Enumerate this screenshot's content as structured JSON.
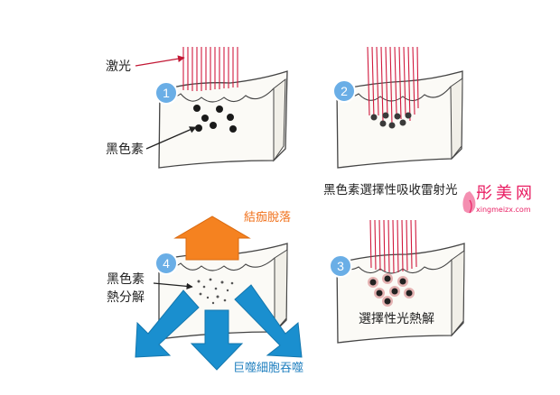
{
  "colors": {
    "laser": "#d11a3e",
    "badge": "#6aaee6",
    "orange_arrow": "#f58220",
    "blue_arrow": "#1a8fcf",
    "melanin": "#1a1a1a",
    "watermark": "#e91e63"
  },
  "panels": [
    {
      "number": "1"
    },
    {
      "number": "2"
    },
    {
      "number": "3"
    },
    {
      "number": "4"
    }
  ],
  "labels": {
    "laser": "激光",
    "melanin": "黑色素",
    "selective_absorption": "黑色素選擇性吸收雷射光",
    "scab_off": "結痂脫落",
    "melanin_decomposition_line1": "黑色素",
    "melanin_decomposition_line2": "熱分解",
    "selective_photothermolysis": "選擇性光熱解",
    "phagocytosis": "巨噬細胞吞噬"
  },
  "watermark": {
    "title": "彤美网",
    "url": "xingmeizx.com"
  }
}
